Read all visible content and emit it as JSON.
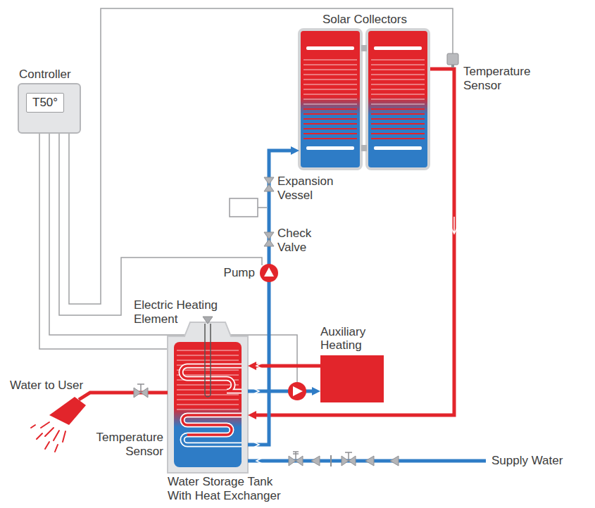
{
  "diagram": {
    "nodes": [
      {
        "text": [
          "Solar Collectors"
        ]
      },
      {
        "text": [
          "Controller",
          "T50°"
        ]
      },
      {
        "text": [
          "Auxiliary Heating"
        ]
      },
      {
        "text": [
          "Water Storage Tank With Heat Exchanger"
        ]
      }
    ],
    "edges": [
      {
        "from": 0,
        "to": 3,
        "arrow": "to"
      },
      {
        "from": 3,
        "to": 0,
        "arrow": "to"
      },
      {
        "from": 3,
        "to": 2,
        "arrow": "to"
      },
      {
        "from": 2,
        "to": 3,
        "arrow": "to"
      }
    ],
    "labels": [
      "Temperature Sensor",
      "Expansion Vessel",
      "Check Valve",
      "Pump",
      "Electric Heating Element",
      "Water to User",
      "Temperature Sensor",
      "Supply Water"
    ]
  }
}
